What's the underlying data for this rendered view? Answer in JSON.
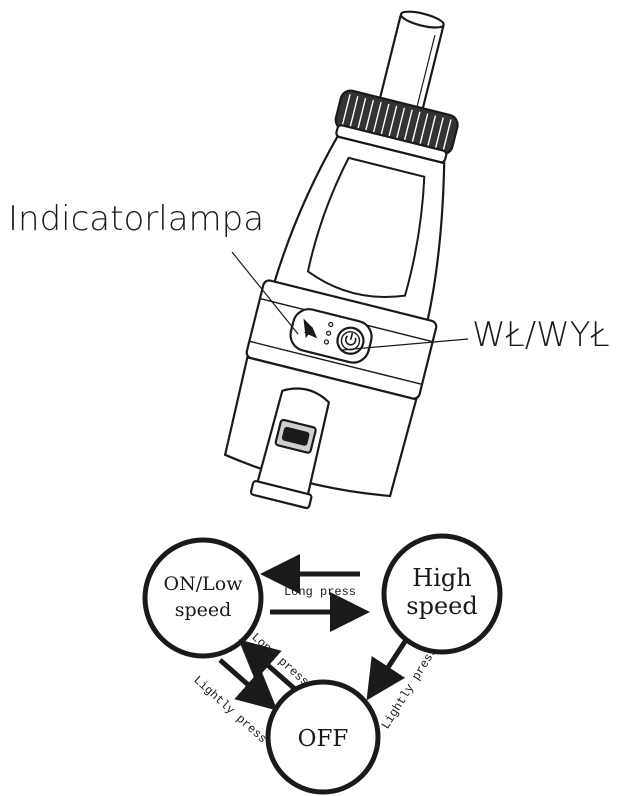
{
  "callouts": {
    "indicator": "Indicatorlampa",
    "power": "WŁ/WYŁ"
  },
  "states": {
    "on_low_line1": "ON/Low",
    "on_low_line2": "speed",
    "high_line1": "High",
    "high_line2": "speed",
    "off": "OFF"
  },
  "transitions": {
    "top": "Long press",
    "left_upper": "Long press",
    "left_lower": "Lightly press",
    "right": "Lightly press"
  },
  "colors": {
    "ink": "#1a1a1a",
    "device_fill": "#ffffff",
    "shade": "#e6e6e6"
  }
}
